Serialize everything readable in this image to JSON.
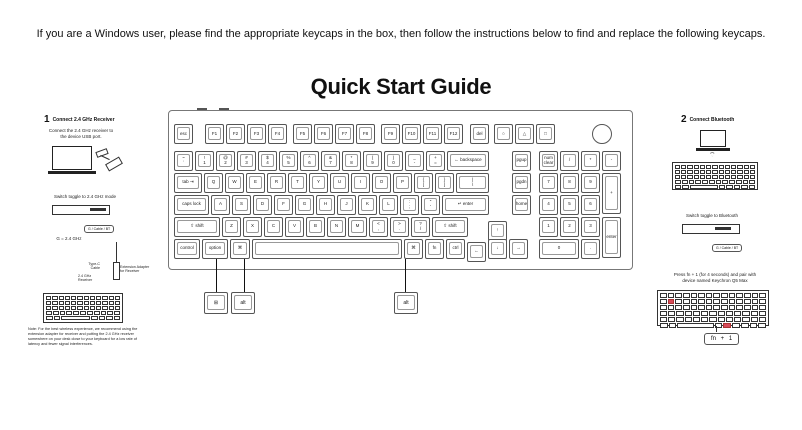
{
  "intro_text": "If you are a Windows user, please find the appropriate keycaps in the box, then follow the instructions below to find and replace the following keycaps.",
  "title": "Quick Start Guide",
  "left_panel": {
    "step_number": "1",
    "step_title": "Connect 2.4 GHz Receiver",
    "connect_instruction": "Connect the 2.4 GHz receiver to\nthe device USB port.",
    "switch_instruction": "Switch toggle to 2.4 GHz mode",
    "toggle_label": "G / Cable / BT",
    "mode_legend": "G = 2.4 GHz",
    "adapter_labels": {
      "type_c_cable": "Type-C\nCable",
      "receiver": "2.4 GHz\nReceiver",
      "adapter": "Extension Adapter\nfor Receiver"
    },
    "note": "Note: For the best wireless experience, we recommend using the extension adapter for receiver and putting the 2.4 GHz receiver somewhere on your desk close to your keyboard for a low rate of latency and fewer signal interferences."
  },
  "right_panel": {
    "step_number": "2",
    "step_title": "Connect Bluetooth",
    "switch_instruction": "Switch toggle to Bluetooth",
    "toggle_label": "G / Cable / BT",
    "pair_instruction": "Press fn + 1 (for 4 seconds) and pair with\ndevice named Keychron Q5 Max",
    "fn_combo": "fn  +  1",
    "highlight_color": "#d94b5a"
  },
  "keyboard": {
    "row_f": [
      "esc",
      "F1",
      "F2",
      "F3",
      "F4",
      "F5",
      "F6",
      "F7",
      "F8",
      "F9",
      "F10",
      "F11",
      "F12",
      "del",
      "○",
      "△",
      "□"
    ],
    "row_num": [
      "~\n`",
      "!\n1",
      "@\n2",
      "#\n3",
      "$\n4",
      "%\n5",
      "^\n6",
      "&\n7",
      "*\n8",
      "(\n9",
      ")\n0",
      "_\n-",
      "+\n=",
      "← backspace",
      "pgup",
      "num\nclear",
      "/",
      "*",
      "-"
    ],
    "row_tab": [
      "tab ⇥",
      "Q",
      "W",
      "E",
      "R",
      "T",
      "Y",
      "U",
      "I",
      "O",
      "P",
      "{\n[",
      "}\n]",
      "|\n\\",
      "pgdn",
      "7",
      "8",
      "9",
      "+"
    ],
    "row_caps": [
      "caps lock",
      "A",
      "S",
      "D",
      "F",
      "G",
      "H",
      "J",
      "K",
      "L",
      ":\n;",
      "\"\n'",
      "↵ enter",
      "home",
      "4",
      "5",
      "6"
    ],
    "row_shift": [
      "⇧ shift",
      "Z",
      "X",
      "C",
      "V",
      "B",
      "N",
      "M",
      "<\n,",
      ">\n.",
      "?\n/",
      "⇧ shift",
      "↑",
      "1",
      "2",
      "3",
      "enter"
    ],
    "row_bottom": [
      "control",
      "option",
      "⌘",
      "",
      "⌘",
      "fn",
      "ctrl",
      "←",
      "↓",
      "→",
      "0",
      "."
    ]
  },
  "replacement_keys": {
    "win": "⊞",
    "alt_left": "alt",
    "alt_right": "alt"
  }
}
